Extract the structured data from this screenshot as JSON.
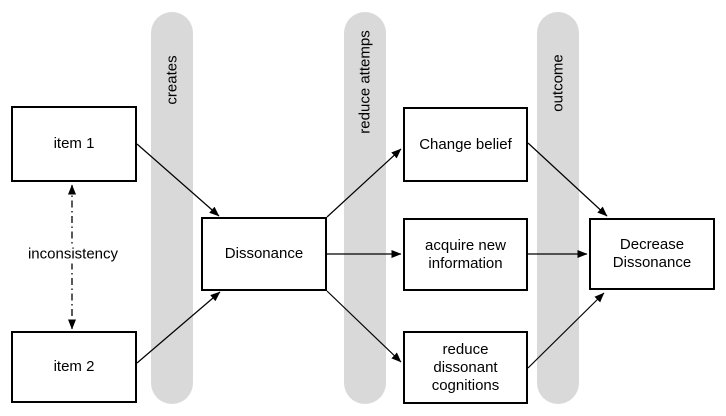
{
  "canvas": {
    "background_color": "#ffffff",
    "lane_color": "#d9d9d9",
    "stroke_color": "#000000"
  },
  "lanes": [
    {
      "label": "creates"
    },
    {
      "label": "reduce attemps"
    },
    {
      "label": "outcome"
    }
  ],
  "nodes": {
    "item1": {
      "label": "item 1"
    },
    "item2": {
      "label": "item 2"
    },
    "dissonance": {
      "label": "Dissonance"
    },
    "change_belief": {
      "label": "Change belief"
    },
    "acquire_new_information": {
      "label": "acquire new\ninformation"
    },
    "reduce_dissonant_cognitions": {
      "label": "reduce\ndissonant\ncognitions"
    },
    "decrease_dissonance": {
      "label": "Decrease\nDissonance"
    }
  },
  "edge_labels": {
    "inconsistency": "inconsistency"
  }
}
